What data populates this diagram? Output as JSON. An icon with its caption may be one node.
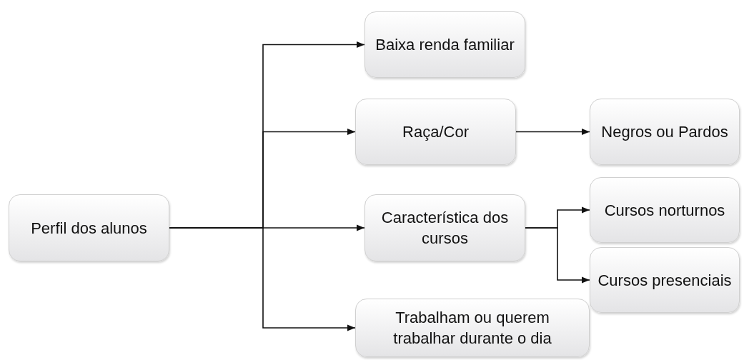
{
  "diagram": {
    "nodes": [
      {
        "text": [
          "Perfil dos alunos"
        ]
      },
      {
        "text": [
          "Baixa renda familiar"
        ]
      },
      {
        "text": [
          "Raça/Cor"
        ]
      },
      {
        "text": [
          "Negros ou Pardos"
        ]
      },
      {
        "text": [
          "Característica dos cursos"
        ]
      },
      {
        "text": [
          "Cursos norturnos"
        ]
      },
      {
        "text": [
          "Cursos presenciais"
        ]
      },
      {
        "text": [
          "Trabalham ou querem trabalhar durante o dia"
        ]
      }
    ],
    "edges": [
      {
        "from": 0,
        "to": 1,
        "arrow": "to"
      },
      {
        "from": 0,
        "to": 2,
        "arrow": "to"
      },
      {
        "from": 0,
        "to": 4,
        "arrow": "to"
      },
      {
        "from": 0,
        "to": 7,
        "arrow": "to"
      },
      {
        "from": 2,
        "to": 3,
        "arrow": "to"
      },
      {
        "from": 4,
        "to": 5,
        "arrow": "to"
      },
      {
        "from": 4,
        "to": 6,
        "arrow": "to"
      }
    ]
  }
}
